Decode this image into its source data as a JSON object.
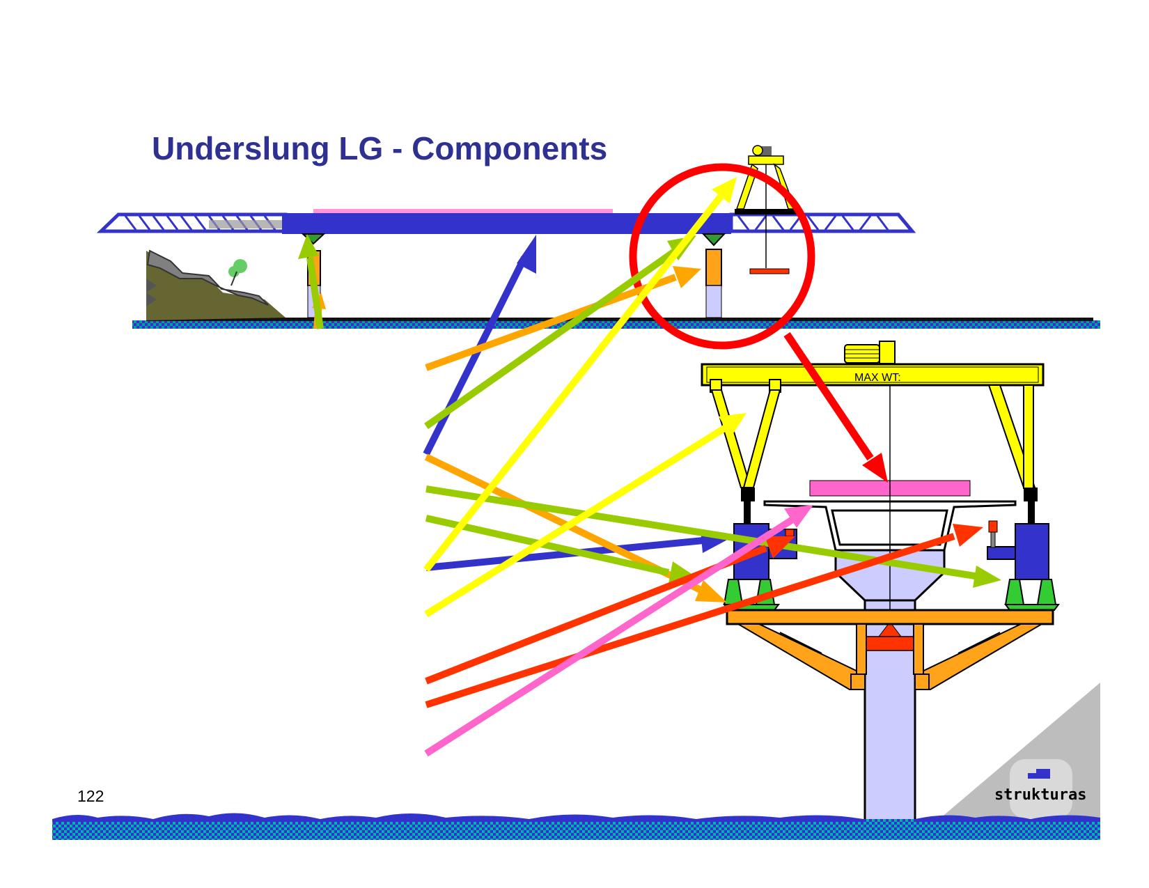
{
  "slide": {
    "title": "Underslung LG - Components",
    "page_number": "122"
  },
  "diagram": {
    "gantry_label": "MAX WT:",
    "logo_text": "strukturas"
  },
  "colors": {
    "title": "#2E3192",
    "girder_blue": "#3333CC",
    "gantry_yellow": "#FFFF00",
    "arrow_orange": "#FFA500",
    "arrow_green": "#99CC00",
    "arrow_red": "#FF3300",
    "arrow_pink": "#FF66CC",
    "highlight_circle": "#FF0000",
    "pier_lavender": "#CCCCFF",
    "bracket_orange": "#FFA31A",
    "support_green": "#33CC33",
    "segment_magenta": "#FF66CC"
  }
}
